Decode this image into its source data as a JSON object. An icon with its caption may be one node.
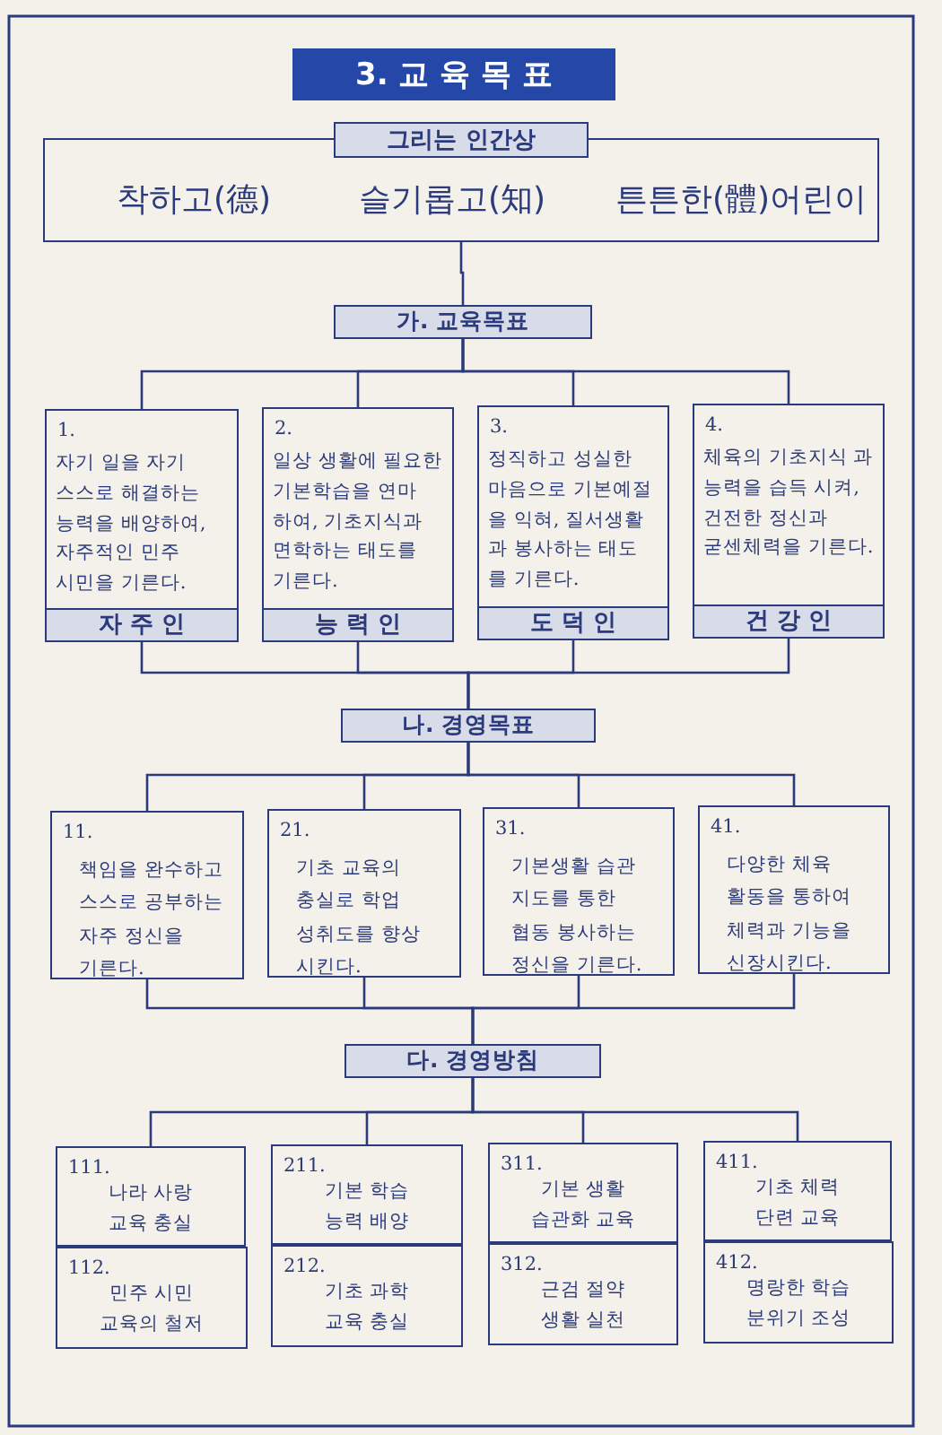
{
  "diagram": {
    "nodes": [
      {
        "text": [
          "3. 교 육 목 표"
        ]
      },
      {
        "text": [
          "그리는 인간상"
        ]
      },
      {
        "text": [
          "착하고(德)",
          "슬기롭고(知)",
          "튼튼한(體)어린이"
        ]
      },
      {
        "text": [
          "가. 교육목표"
        ]
      },
      {
        "text": [
          "1.",
          "자기 일을 자기 스스로 해결하는 능력을 배양하여, 자주적인 민주 시민을 기른다.",
          "자 주 인"
        ]
      },
      {
        "text": [
          "2.",
          "일상 생활에 필요한 기본학습을 연마 하여, 기초지식과 면학하는 태도를 기른다.",
          "능 력 인"
        ]
      },
      {
        "text": [
          "3.",
          "정직하고 성실한 마음으로 기본예절 을 익혀, 질서생활 과 봉사하는 태도 를 기른다.",
          "도 덕 인"
        ]
      },
      {
        "text": [
          "4.",
          "체육의 기초지식 과 능력을 습득 시켜, 건전한 정신과 굳센체력을 기른다.",
          "건 강 인"
        ]
      },
      {
        "text": [
          "나. 경영목표"
        ]
      },
      {
        "text": [
          "11.",
          "책임을 완수하고 스스로 공부하는 자주 정신을 기른다."
        ]
      },
      {
        "text": [
          "21.",
          "기초 교육의 충실로 학업 성취도를 향상 시킨다."
        ]
      },
      {
        "text": [
          "31.",
          "기본생활 습관 지도를 통한 협동 봉사하는 정신을 기른다."
        ]
      },
      {
        "text": [
          "41.",
          "다양한 체육 활동을 통하여 체력과 기능을 신장시킨다."
        ]
      },
      {
        "text": [
          "다. 경영방침"
        ]
      },
      {
        "text": [
          "111.",
          "나라 사랑 교육 충실"
        ]
      },
      {
        "text": [
          "112.",
          "민주 시민 교육의 철저"
        ]
      },
      {
        "text": [
          "211.",
          "기본 학습 능력 배양"
        ]
      },
      {
        "text": [
          "212.",
          "기초 과학 교육 충실"
        ]
      },
      {
        "text": [
          "311.",
          "기본 생활 습관화 교육"
        ]
      },
      {
        "text": [
          "312.",
          "근검 절약 생활 실천"
        ]
      },
      {
        "text": [
          "411.",
          "기초 체력 단련 교육"
        ]
      },
      {
        "text": [
          "412.",
          "명랑한 학습 분위기 조성"
        ]
      }
    ],
    "edges": [
      {
        "from": 2,
        "to": 3,
        "arrow": "none"
      },
      {
        "from": 3,
        "to": 4,
        "arrow": "none"
      },
      {
        "from": 3,
        "to": 5,
        "arrow": "none"
      },
      {
        "from": 3,
        "to": 6,
        "arrow": "none"
      },
      {
        "from": 3,
        "to": 7,
        "arrow": "none"
      },
      {
        "from": 4,
        "to": 8,
        "arrow": "none"
      },
      {
        "from": 5,
        "to": 8,
        "arrow": "none"
      },
      {
        "from": 6,
        "to": 8,
        "arrow": "none"
      },
      {
        "from": 7,
        "to": 8,
        "arrow": "none"
      },
      {
        "from": 8,
        "to": 9,
        "arrow": "none"
      },
      {
        "from": 8,
        "to": 10,
        "arrow": "none"
      },
      {
        "from": 8,
        "to": 11,
        "arrow": "none"
      },
      {
        "from": 8,
        "to": 12,
        "arrow": "none"
      },
      {
        "from": 9,
        "to": 13,
        "arrow": "none"
      },
      {
        "from": 10,
        "to": 13,
        "arrow": "none"
      },
      {
        "from": 11,
        "to": 13,
        "arrow": "none"
      },
      {
        "from": 12,
        "to": 13,
        "arrow": "none"
      },
      {
        "from": 13,
        "to": 14,
        "arrow": "none"
      },
      {
        "from": 13,
        "to": 16,
        "arrow": "none"
      },
      {
        "from": 13,
        "to": 18,
        "arrow": "none"
      },
      {
        "from": 13,
        "to": 20,
        "arrow": "none"
      }
    ]
  }
}
